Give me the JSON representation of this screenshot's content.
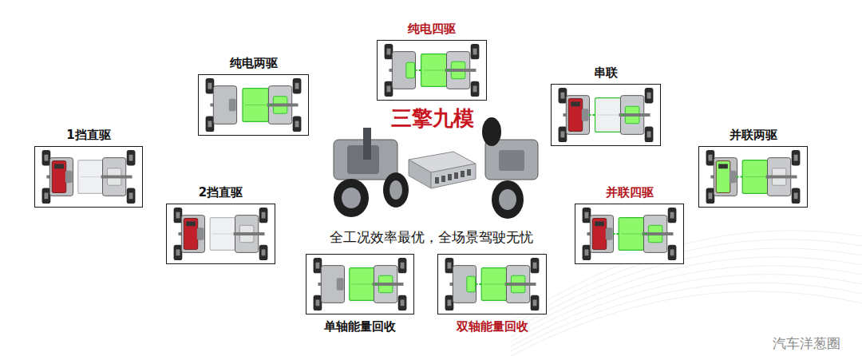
{
  "diagram": {
    "title": "三擎九模",
    "caption": "全工况效率最优，全场景驾驶无忧",
    "nodes": [
      {
        "text": [
          "1挡直驱"
        ]
      },
      {
        "text": [
          "2挡直驱"
        ]
      },
      {
        "text": [
          "纯电两驱"
        ]
      },
      {
        "text": [
          "单轴能量回收"
        ]
      },
      {
        "text": [
          "纯电四驱"
        ]
      },
      {
        "text": [
          "双轴能量回收"
        ]
      },
      {
        "text": [
          "串联"
        ]
      },
      {
        "text": [
          "并联四驱"
        ]
      },
      {
        "text": [
          "并联两驱"
        ]
      }
    ],
    "labels": [
      "汽车洋葱圈"
    ]
  }
}
